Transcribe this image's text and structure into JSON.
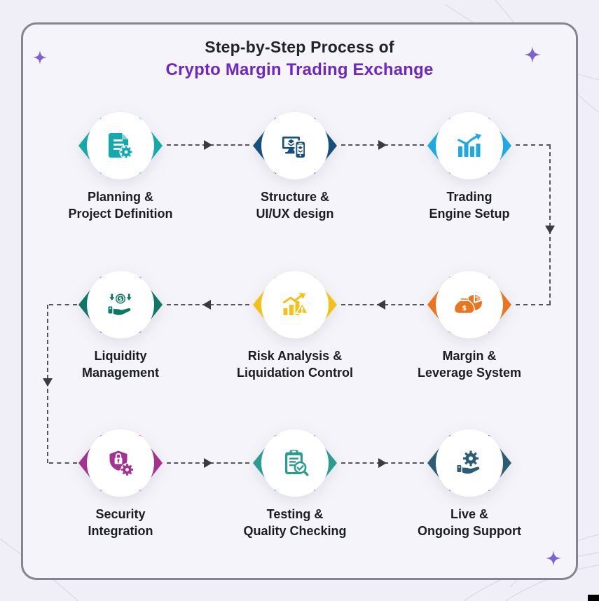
{
  "title": {
    "line1": "Step-by-Step Process of",
    "line2": "Crypto Margin Trading Exchange",
    "line1_color": "#23232B",
    "line2_color": "#6C28C4"
  },
  "steps": [
    {
      "label_line1": "Planning &",
      "label_line2": "Project Definition",
      "color": "#16A9AC",
      "icon": "document-gear-icon"
    },
    {
      "label_line1": "Structure &",
      "label_line2": "UI/UX design",
      "color": "#164E7E",
      "icon": "responsive-design-icon"
    },
    {
      "label_line1": "Trading",
      "label_line2": "Engine Setup",
      "color": "#1FA9E2",
      "icon": "bar-chart-growth-icon"
    },
    {
      "label_line1": "Margin &",
      "label_line2": "Leverage System",
      "color": "#EA751F",
      "icon": "money-bag-pie-icon",
      "bag_glyph": "$",
      "pie_glyph": "%"
    },
    {
      "label_line1": "Risk Analysis &",
      "label_line2": "Liquidation Control",
      "color": "#F3C117",
      "icon": "risk-chart-warning-icon"
    },
    {
      "label_line1": "Liquidity",
      "label_line2": "Management",
      "color": "#0F7765",
      "icon": "hand-coin-flow-icon",
      "coin_glyph": "$"
    },
    {
      "label_line1": "Security",
      "label_line2": "Integration",
      "color": "#A23390",
      "icon": "shield-lock-gear-icon"
    },
    {
      "label_line1": "Testing &",
      "label_line2": "Quality Checking",
      "color": "#2B9C8F",
      "icon": "clipboard-check-magnifier-icon"
    },
    {
      "label_line1": "Live &",
      "label_line2": "Ongoing Support",
      "color": "#2C5D72",
      "icon": "hand-gear-icon"
    }
  ],
  "connectors": {
    "line_color": "#55555C",
    "arrow_color": "#3A3A41",
    "style": "dashed",
    "flow": "row1 left-to-right, down right side, row2 right-to-left, down left side, row3 left-to-right"
  },
  "decor": {
    "sparkle_color": "#7E62D1",
    "curve_color": "#DAD6E8",
    "card_border_color": "#85858F",
    "card_background": "#F5F4FA",
    "page_background": "#F0EEF6"
  }
}
